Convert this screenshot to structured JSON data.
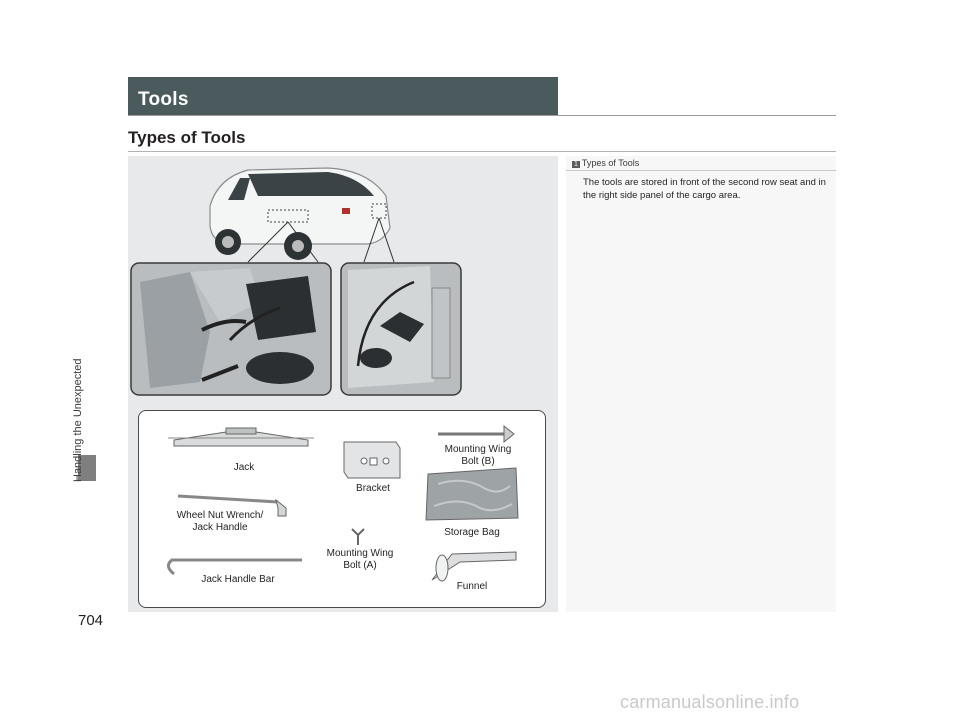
{
  "section": {
    "side_label": "Handling the Unexpected",
    "page_number": "704"
  },
  "header": {
    "title": "Tools"
  },
  "heading": {
    "title": "Types of Tools"
  },
  "note": {
    "heading_icon": "1",
    "heading": "Types of Tools",
    "body": "The tools are stored in front of the second row seat and in the right side panel of the cargo area."
  },
  "tools": {
    "jack": "Jack",
    "bracket": "Bracket",
    "bolt_b_line1": "Mounting Wing",
    "bolt_b_line2": "Bolt (B)",
    "wrench_line1": "Wheel Nut Wrench/",
    "wrench_line2": "Jack Handle",
    "storage_bag": "Storage Bag",
    "bolt_a_line1": "Mounting Wing",
    "bolt_a_line2": "Bolt (A)",
    "jack_handle_bar": "Jack Handle Bar",
    "funnel": "Funnel"
  },
  "footer": {
    "watermark": "carmanualsonline.info"
  }
}
